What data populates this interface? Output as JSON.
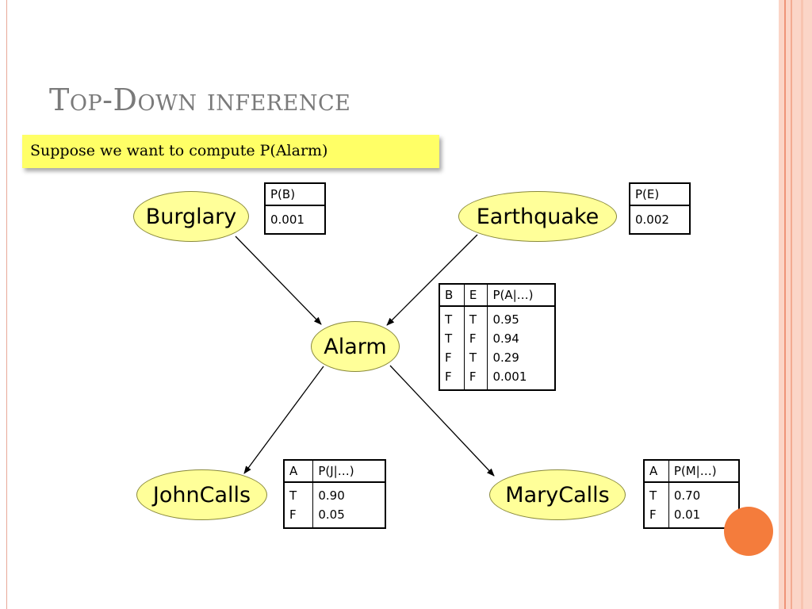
{
  "slide": {
    "title": "Top-Down inference",
    "note": "Suppose we want to compute P(Alarm)"
  },
  "nodes": {
    "burglary": "Burglary",
    "earthquake": "Earthquake",
    "alarm": "Alarm",
    "johncalls": "JohnCalls",
    "marycalls": "MaryCalls"
  },
  "edges": [
    {
      "from": "Burglary",
      "to": "Alarm"
    },
    {
      "from": "Earthquake",
      "to": "Alarm"
    },
    {
      "from": "Alarm",
      "to": "JohnCalls"
    },
    {
      "from": "Alarm",
      "to": "MaryCalls"
    }
  ],
  "tables": {
    "pb": {
      "header": "P(B)",
      "value": "0.001"
    },
    "pe": {
      "header": "P(E)",
      "value": "0.002"
    },
    "pa": {
      "headers": [
        "B",
        "E",
        "P(A|…)"
      ],
      "col_b": "T\nT\nF\nF",
      "col_e": "T\nF\nT\nF",
      "col_p": "0.95\n0.94\n0.29\n0.001"
    },
    "pj": {
      "headers": [
        "A",
        "P(J|…)"
      ],
      "col_a": "T\nF",
      "col_p": "0.90\n0.05"
    },
    "pm": {
      "headers": [
        "A",
        "P(M|…)"
      ],
      "col_a": "T\nF",
      "col_p": "0.70\n0.01"
    }
  },
  "colors": {
    "node_fill": "#ffff99",
    "note_fill": "#ffff66",
    "title": "#7a7a7a",
    "accent": "#f47c3c",
    "frame": "#fbd5c7"
  }
}
